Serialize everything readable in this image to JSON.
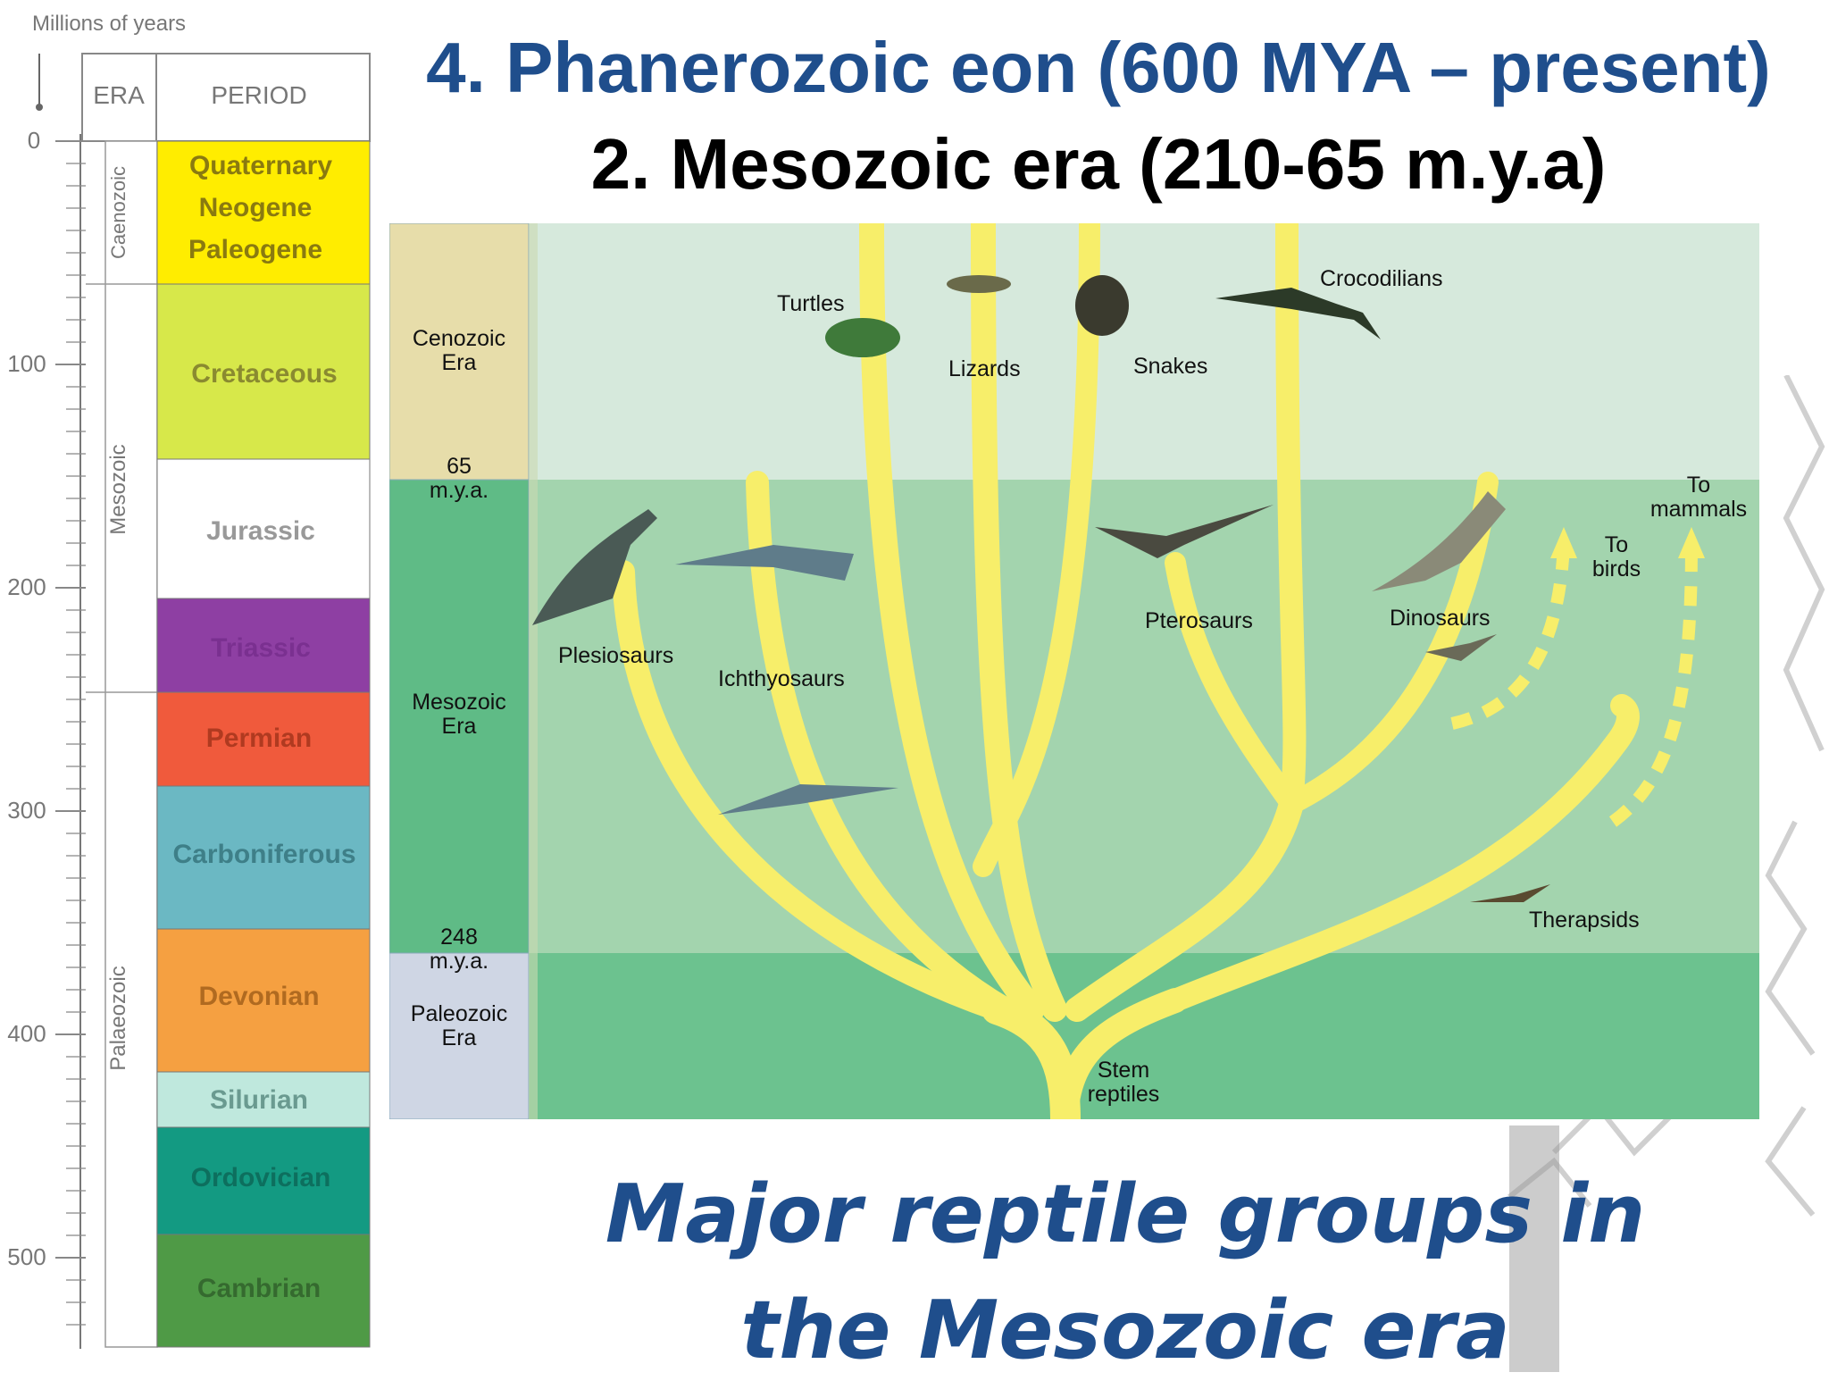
{
  "slide": {
    "title": "4. Phanerozoic eon (600 MYA – present)",
    "subtitle": "2. Mesozoic era (210-65 m.y.a)",
    "caption_line1": "Major reptile groups in",
    "caption_line2": "the Mesozoic era",
    "colors": {
      "title_blue": "#1f4e8c",
      "branch_yellow": "#f7ee6a",
      "cenozoic_bg": "#d6e9dc",
      "mesozoic_bg": "#a3d4ae",
      "paleozoic_bg": "#6cc28f"
    }
  },
  "timescale": {
    "axis_title": "Millions of years",
    "col_era": "ERA",
    "col_period": "PERIOD",
    "ticks": [
      "0",
      "100",
      "200",
      "300",
      "400",
      "500"
    ],
    "eras": [
      "Caenozoic",
      "Mesozoic",
      "Palaeozoic"
    ],
    "periods": [
      {
        "name": "Quaternary",
        "color": "#ffed00"
      },
      {
        "name": "Neogene",
        "color": "#ffed00"
      },
      {
        "name": "Paleogene",
        "color": "#ffed00"
      },
      {
        "name": "Cretaceous",
        "color": "#d7e84a"
      },
      {
        "name": "Jurassic",
        "color": "#ffffff"
      },
      {
        "name": "Triassic",
        "color": "#8e3fa3"
      },
      {
        "name": "Permian",
        "color": "#f05a3c"
      },
      {
        "name": "Carboniferous",
        "color": "#6bb8c3"
      },
      {
        "name": "Devonian",
        "color": "#f5a041"
      },
      {
        "name": "Silurian",
        "color": "#bfe8dd"
      },
      {
        "name": "Ordovician",
        "color": "#139a82"
      },
      {
        "name": "Cambrian",
        "color": "#4f9a46"
      }
    ]
  },
  "diagram": {
    "eras": {
      "cenozoic": {
        "line1": "Cenozoic",
        "line2": "Era"
      },
      "boundary_65": {
        "line1": "65",
        "line2": "m.y.a."
      },
      "mesozoic": {
        "line1": "Mesozoic",
        "line2": "Era"
      },
      "boundary_248": {
        "line1": "248",
        "line2": "m.y.a."
      },
      "paleozoic": {
        "line1": "Paleozoic",
        "line2": "Era"
      }
    },
    "groups": {
      "turtles": "Turtles",
      "lizards": "Lizards",
      "snakes": "Snakes",
      "crocodilians": "Crocodilians",
      "plesiosaurs": "Plesiosaurs",
      "ichthyosaurs": "Ichthyosaurs",
      "pterosaurs": "Pterosaurs",
      "dinosaurs": "Dinosaurs",
      "to_birds_1": "To",
      "to_birds_2": "birds",
      "to_mammals_1": "To",
      "to_mammals_2": "mammals",
      "therapsids": "Therapsids",
      "stem_1": "Stem",
      "stem_2": "reptiles"
    }
  }
}
